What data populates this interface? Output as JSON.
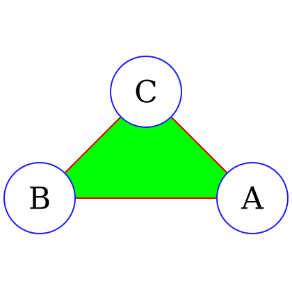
{
  "colors": {
    "triangle_fill": "#00ff00",
    "triangle_stroke": "#e00000",
    "node_stroke": "#1a1aff",
    "node_fill": "#ffffff"
  },
  "nodes": [
    {
      "id": "A",
      "label": "A"
    },
    {
      "id": "B",
      "label": "B"
    },
    {
      "id": "C",
      "label": "C"
    }
  ],
  "edges": [
    {
      "from": "A",
      "to": "B"
    },
    {
      "from": "B",
      "to": "C"
    },
    {
      "from": "C",
      "to": "A"
    }
  ]
}
